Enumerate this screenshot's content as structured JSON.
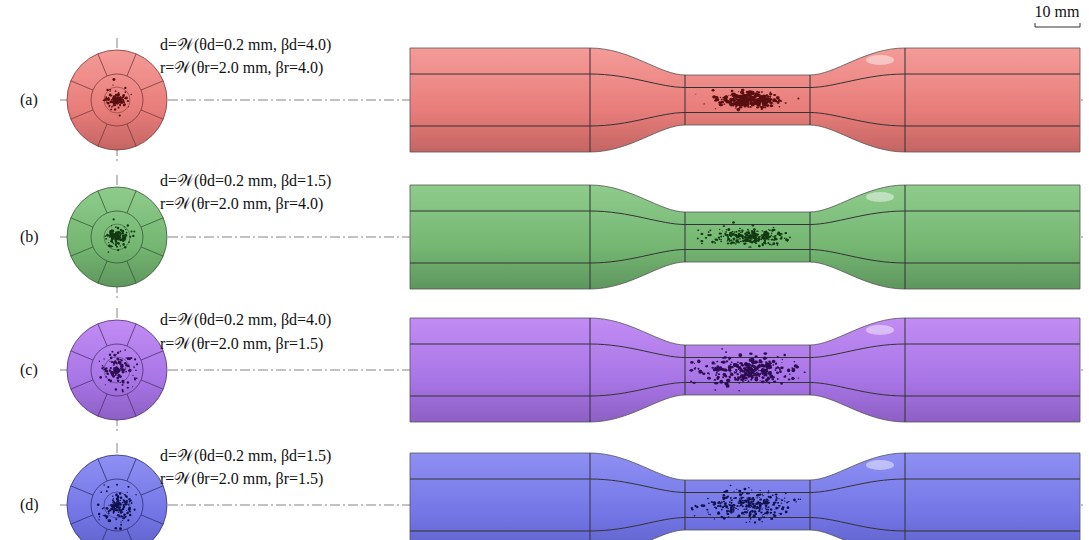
{
  "diagram": {
    "labels": [
      "10 mm",
      "(a)",
      "d=𝒲(θd=0.2 mm, βd=4.0)",
      "r=𝒲(θr=2.0 mm, βr=4.0)",
      "(b)",
      "d=𝒲(θd=0.2 mm, βd=1.5)",
      "r=𝒲(θr=2.0 mm, βr=4.0)",
      "(c)",
      "d=𝒲(θd=0.2 mm, βd=4.0)",
      "r=𝒲(θr=2.0 mm, βr=1.5)",
      "(d)",
      "d=𝒲(θd=0.2 mm, βd=1.5)",
      "r=𝒲(θr=2.0 mm, βr=1.5)"
    ]
  }
}
